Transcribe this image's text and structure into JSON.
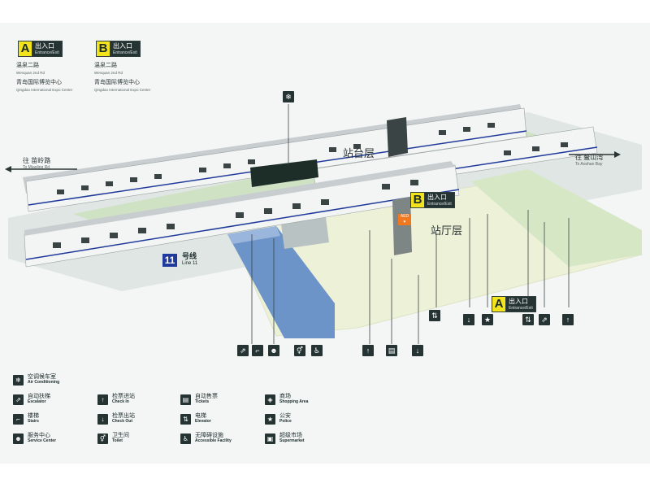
{
  "exits": {
    "a": {
      "letter": "A",
      "zh": "出入口",
      "en": "Entrance/Exit",
      "dest1_zh": "温泉二路",
      "dest1_en": "Wenquan 2nd Rd",
      "dest2_zh": "青岛国际博览中心",
      "dest2_en": "Qingdao International Expo Center"
    },
    "b": {
      "letter": "B",
      "zh": "出入口",
      "en": "Entrance/Exit",
      "dest1_zh": "温泉二路",
      "dest1_en": "Wenquan 2nd Rd",
      "dest2_zh": "青岛国际博览中心",
      "dest2_en": "Qingdao International Expo Center"
    }
  },
  "layers": {
    "platform": "站台层",
    "concourse": "站厅层"
  },
  "directions": {
    "west": {
      "zh": "往 苗岭路",
      "en": "To Miaoling Rd"
    },
    "east": {
      "zh": "往 鳌山湾",
      "en": "To Aoshan Bay"
    }
  },
  "line": {
    "number": "11",
    "zh": "号线",
    "en": "Line 11"
  },
  "aed_label": "AED",
  "legend": [
    {
      "icon": "air-conditioning-icon",
      "zh": "空调候车室",
      "en": "Air Conditioning"
    },
    {
      "icon": "escalator-icon",
      "zh": "自动扶梯",
      "en": "Escalator"
    },
    {
      "icon": "stairs-icon",
      "zh": "楼梯",
      "en": "Stairs"
    },
    {
      "icon": "service-center-icon",
      "zh": "服务中心",
      "en": "Service Center"
    },
    {
      "icon": "check-in-icon",
      "zh": "检票进站",
      "en": "Check In"
    },
    {
      "icon": "check-out-icon",
      "zh": "检票出站",
      "en": "Check Out"
    },
    {
      "icon": "toilet-icon",
      "zh": "卫生间",
      "en": "Toilet"
    },
    {
      "icon": "tickets-icon",
      "zh": "自动售票",
      "en": "Tickets"
    },
    {
      "icon": "elevator-icon",
      "zh": "电梯",
      "en": "Elevator"
    },
    {
      "icon": "accessible-facility-icon",
      "zh": "无障碍设施",
      "en": "Accessible Facility"
    },
    {
      "icon": "shopping-area-icon",
      "zh": "商场",
      "en": "Shopping Area"
    },
    {
      "icon": "police-icon",
      "zh": "公安",
      "en": "Police"
    },
    {
      "icon": "supermarket-icon",
      "zh": "超级市场",
      "en": "Supermarket"
    }
  ],
  "colors": {
    "station_yellow": "#f2e31c",
    "dark_panel": "#253333",
    "line_blue": "#1f3a9a",
    "concourse_floor": "#edf1d8",
    "platform_green": "#cfe3c4",
    "shop_blue": "#6d94c8",
    "aed_orange": "#f07820"
  }
}
